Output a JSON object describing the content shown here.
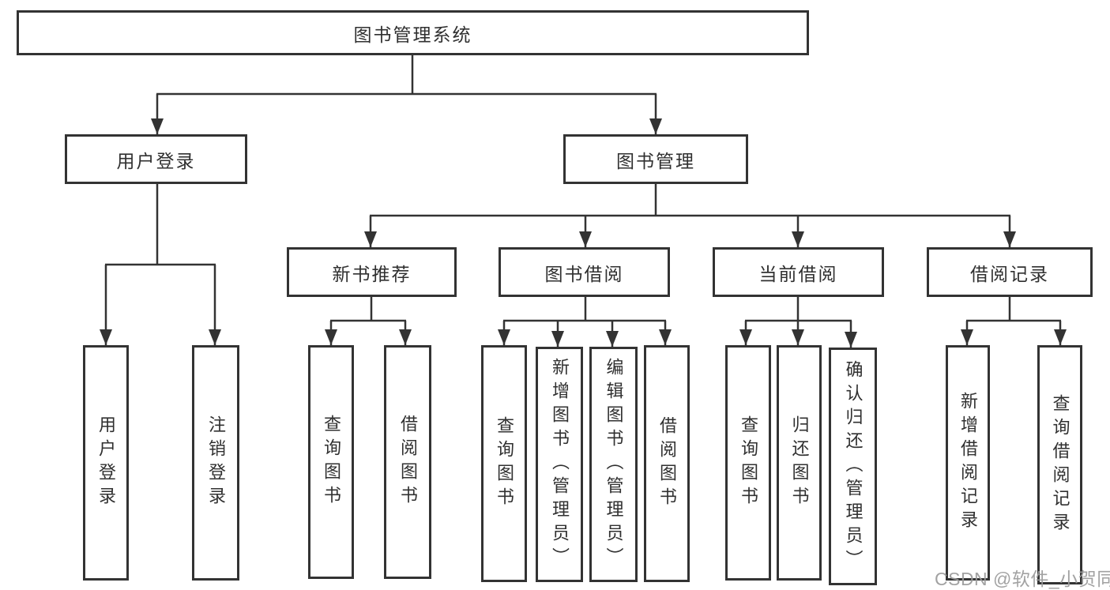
{
  "tree": {
    "root": {
      "label": "图书管理系统",
      "children": [
        {
          "label": "用户登录",
          "children": [
            {
              "label": "用户登录"
            },
            {
              "label": "注销登录"
            }
          ]
        },
        {
          "label": "图书管理",
          "children": [
            {
              "label": "新书推荐",
              "children": [
                {
                  "label": "查询图书"
                },
                {
                  "label": "借阅图书"
                }
              ]
            },
            {
              "label": "图书借阅",
              "children": [
                {
                  "label": "查询图书"
                },
                {
                  "label": "新增图书（管理员）"
                },
                {
                  "label": "编辑图书（管理员）"
                },
                {
                  "label": "借阅图书"
                }
              ]
            },
            {
              "label": "当前借阅",
              "children": [
                {
                  "label": "查询图书"
                },
                {
                  "label": "归还图书"
                },
                {
                  "label": "确认归还（管理员）"
                }
              ]
            },
            {
              "label": "借阅记录",
              "children": [
                {
                  "label": "新增借阅记录"
                },
                {
                  "label": "查询借阅记录"
                }
              ]
            }
          ]
        }
      ]
    }
  },
  "watermark": "CSDN @软件_小贺同学",
  "colors": {
    "line": "#333333",
    "border": "#333333",
    "text": "#303030",
    "watermark": "#9b9b9b",
    "background": "#ffffff"
  }
}
